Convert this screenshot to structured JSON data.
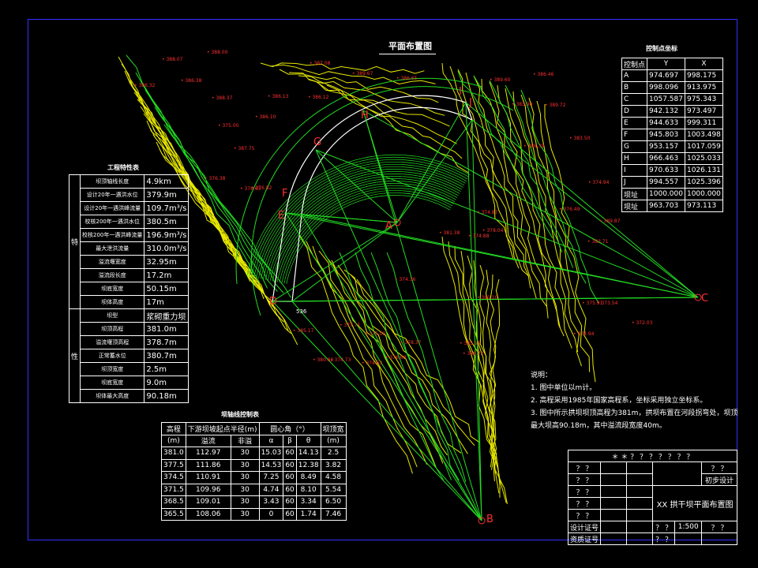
{
  "drawing": {
    "title": "平面布置图",
    "point_labels": [
      "A",
      "B",
      "C",
      "D",
      "E",
      "F",
      "G",
      "H",
      "I",
      "J"
    ],
    "elevation_labels": [
      "388.07",
      "388.00",
      "387.08",
      "389.67",
      "386.38",
      "386.13",
      "386.65",
      "386.32",
      "388.37",
      "386.12",
      "389.60",
      "386.46",
      "383.90",
      "387.75",
      "386.10",
      "375.00",
      "376.38",
      "376.63",
      "376.82",
      "374.87",
      "388.39",
      "389.72",
      "383.50",
      "374.94",
      "378.04",
      "376.49",
      "389.87",
      "383.71",
      "374.88",
      "381.38",
      "375.91",
      "373.54",
      "372.03",
      "374.94",
      "374.36",
      "385.17",
      "377.71",
      "375.00",
      "376.63",
      "380.10",
      "380.82",
      "374.73",
      "374.63",
      "385.55",
      "388.72",
      "378.37"
    ],
    "dimension_label": "536"
  },
  "coord_table": {
    "title": "控制点坐标",
    "headers": [
      "控制点",
      "Y",
      "X"
    ],
    "rows": [
      [
        "A",
        "974.697",
        "998.175"
      ],
      [
        "B",
        "998.096",
        "913.975"
      ],
      [
        "C",
        "1057.587",
        "975.343"
      ],
      [
        "D",
        "942.132",
        "973.497"
      ],
      [
        "E",
        "944.633",
        "999.311"
      ],
      [
        "F",
        "945.803",
        "1003.498"
      ],
      [
        "G",
        "953.157",
        "1017.059"
      ],
      [
        "H",
        "966.463",
        "1025.033"
      ],
      [
        "I",
        "970.633",
        "1026.131"
      ],
      [
        "J",
        "994.557",
        "1025.396"
      ],
      [
        "坝址",
        "1000.000",
        "1000.000"
      ],
      [
        "坝址",
        "963.703",
        "973.113"
      ]
    ]
  },
  "eng_table": {
    "title": "工程特性表",
    "group1": "特",
    "group2": "性",
    "rows": [
      [
        "坝顶轴线长度",
        "4.9km"
      ],
      [
        "设计20年一遇洪水位",
        "379.9m"
      ],
      [
        "设计20年一遇洪峰流量",
        "109.7m³/s"
      ],
      [
        "校核200年一遇洪水位",
        "380.5m"
      ],
      [
        "校核200年一遇洪峰流量",
        "196.9m³/s"
      ],
      [
        "最大泄洪流量",
        "310.0m³/s"
      ],
      [
        "溢流堰宽度",
        "32.95m"
      ],
      [
        "溢流段长度",
        "17.2m"
      ],
      [
        "坝底宽度",
        "50.15m"
      ],
      [
        "坝体高度",
        "17m"
      ],
      [
        "坝型",
        "浆砌重力坝"
      ],
      [
        "坝顶高程",
        "381.0m"
      ],
      [
        "溢流堰顶高程",
        "378.7m"
      ],
      [
        "正常蓄水位",
        "380.7m"
      ],
      [
        "坝顶宽度",
        "2.5m"
      ],
      [
        "坝底宽度",
        "9.0m"
      ],
      [
        "坝体最大高度",
        "90.18m"
      ]
    ]
  },
  "ctrl_table": {
    "title": "坝轴线控制表",
    "h1": [
      "高程",
      "下游坝坡起点半径",
      "(m)",
      "圆心角（°）",
      "",
      "",
      "坝顶宽"
    ],
    "h2": [
      "(m)",
      "溢流",
      "非溢",
      "α",
      "β",
      "θ",
      "(m)"
    ],
    "rows": [
      [
        "381.0",
        "112.97",
        "30",
        "15.03",
        "60",
        "14.13",
        "2.5"
      ],
      [
        "377.5",
        "111.86",
        "30",
        "14.53",
        "60",
        "12.38",
        "3.82"
      ],
      [
        "374.5",
        "110.91",
        "30",
        "7.25",
        "60",
        "8.49",
        "4.58"
      ],
      [
        "371.5",
        "109.96",
        "30",
        "4.74",
        "60",
        "8.10",
        "5.54"
      ],
      [
        "368.5",
        "109.01",
        "30",
        "3.43",
        "60",
        "3.34",
        "6.50"
      ],
      [
        "365.5",
        "108.06",
        "30",
        "0",
        "60",
        "1.74",
        "7.46"
      ]
    ]
  },
  "notes": {
    "title": "说明：",
    "lines": [
      "1. 图中单位以m计。",
      "2. 高程采用1985年国家高程系，坐标采用独立坐标系。",
      "3. 图中所示拱坝坝顶高程为381m，拱坝布置在河段拐弯处，坝顶",
      "    最大坝高90.18m，其中溢流段宽度40m。"
    ]
  },
  "title_block": {
    "header": "＊ ＊ ？ ？ ？ ？ ？ ？ ？",
    "row_q": "？ ？",
    "design_stage": "初步设计",
    "drawing_name": "XX 拱干坝平面布置图",
    "drawing_no_label": "设计证号",
    "scale": "1:500",
    "cert_label": "资质证号"
  },
  "colors": {
    "frame": "#3030ff",
    "terrain_yellow": "#e8e800",
    "terrain_green": "#22dd22",
    "labels_red": "#ff3030",
    "text_white": "#ffffff"
  }
}
